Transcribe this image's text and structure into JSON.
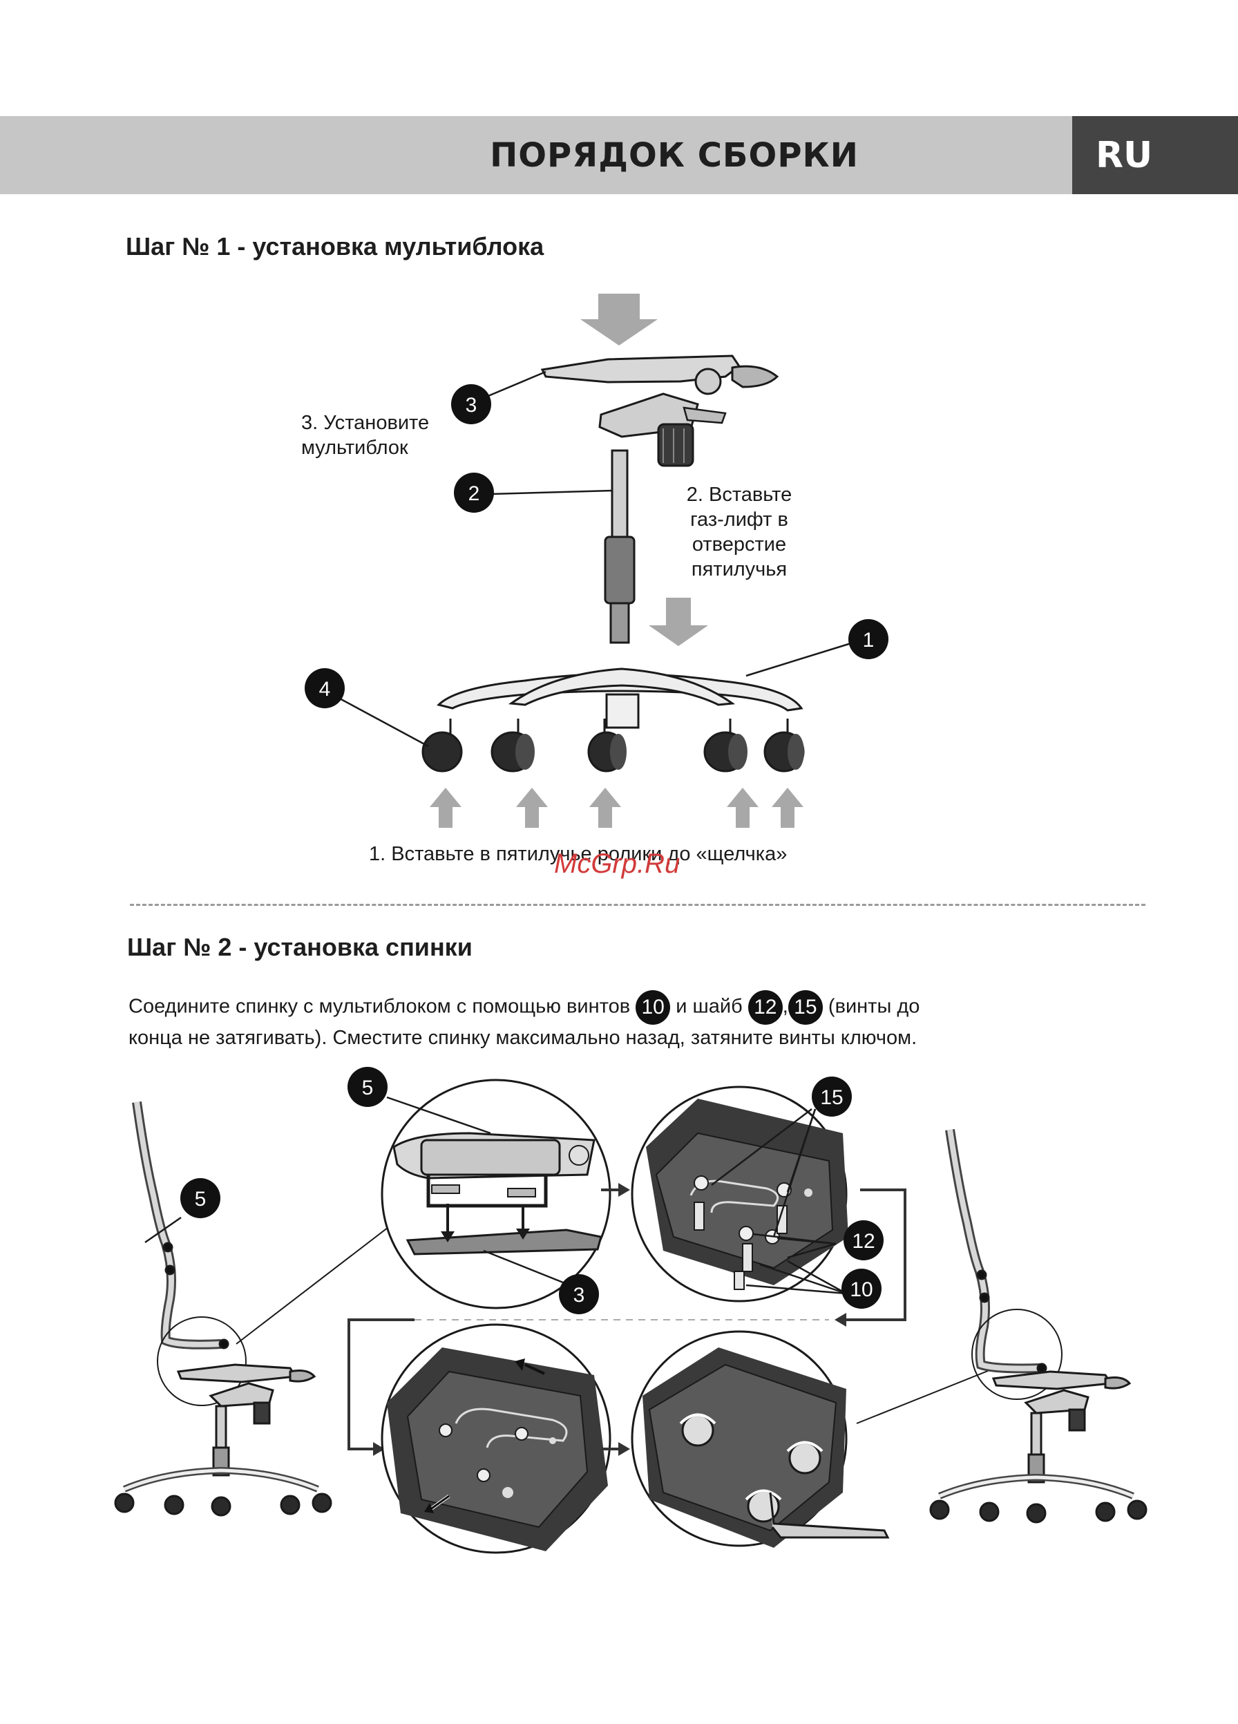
{
  "header": {
    "title": "ПОРЯДОК СБОРКИ",
    "lang": "RU"
  },
  "step1": {
    "heading": "Шаг № 1 - установка мультиблока",
    "label3": [
      "3. Установите",
      "мультиблок"
    ],
    "label2": [
      "2. Вставьте",
      "газ-лифт в",
      "отверстие",
      "пятилучья"
    ],
    "label1": "1. Вставьте в пятилучье ролики до «щелчка»",
    "callouts": [
      "3",
      "2",
      "1",
      "4"
    ]
  },
  "watermark": "McGrp.Ru",
  "step2": {
    "heading": "Шаг № 2 - установка спинки",
    "para_part1": "Соедините спинку с мультиблоком с помощью винтов",
    "screw_ref": "10",
    "para_part2": "и шайб",
    "washer_ref_a": "12",
    "comma": ",",
    "washer_ref_b": "15",
    "para_part3": "(винты до",
    "para_line2": "конца не затягивать). Сместите спинку максимально назад, затяните винты ключом.",
    "callouts": [
      "5",
      "5",
      "3",
      "15",
      "12",
      "10"
    ]
  },
  "colors": {
    "header_bg": "#c6c6c6",
    "lang_bg": "#444444",
    "arrow_gray": "#a8a8a8",
    "badge": "#111111",
    "watermark": "#d23a3a"
  }
}
